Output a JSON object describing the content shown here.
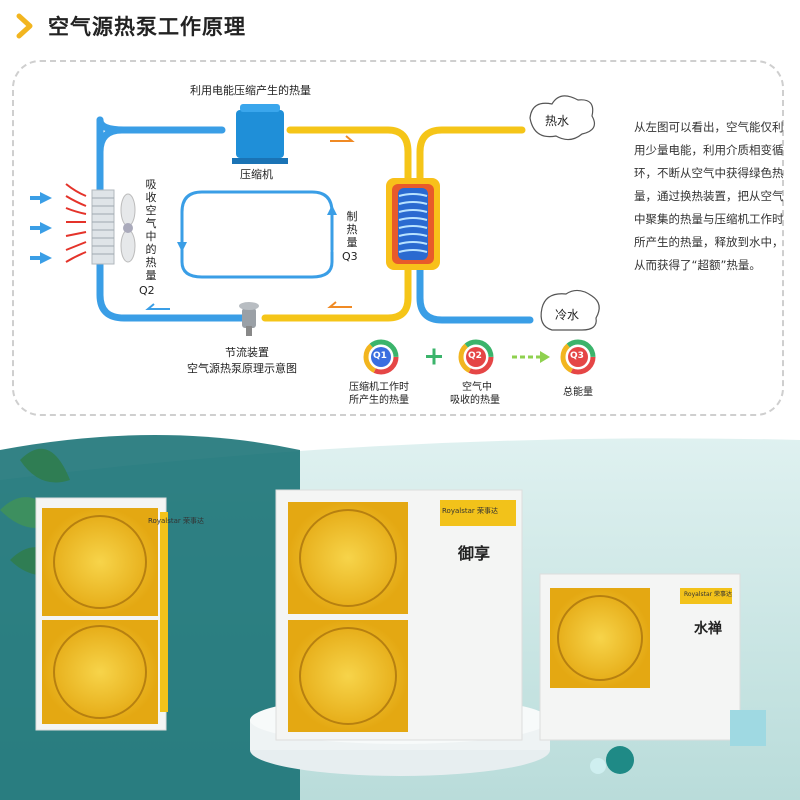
{
  "title": "空气源热泵工作原理",
  "diagram": {
    "top_label": "利用电能压缩产生的热量",
    "compressor_label": "压缩机",
    "absorb_label": "吸收空气中的热量",
    "absorb_q": "Q2",
    "make_label": "制热量",
    "make_q": "Q3",
    "throttle_label": "节流装置",
    "caption": "空气源热泵原理示意图",
    "hot_water": "热水",
    "cold_water": "冷水",
    "q1": "Q1",
    "q2": "Q2",
    "q3": "Q3",
    "q1_label_1": "压缩机工作时",
    "q1_label_2": "所产生的热量",
    "q2_label_1": "空气中",
    "q2_label_2": "吸收的热量",
    "q3_label": "总能量",
    "description": "从左图可以看出，空气能仅利用少量电能，利用介质相变循环，不断从空气中获得绿色热量，通过换热装置，把从空气中聚集的热量与压缩机工作时所产生的热量，释放到水中，从而获得了“超额”热量。"
  },
  "products": {
    "brand": "Royalstar 荣事达",
    "unit2_badge": "御享",
    "unit3_badge": "水禅"
  },
  "colors": {
    "blue": "#3a9ee6",
    "yellow": "#f5c518",
    "orange": "#f08a24",
    "title_arrow": "#f2b51f",
    "fan_yellow": "#f2c21a"
  }
}
